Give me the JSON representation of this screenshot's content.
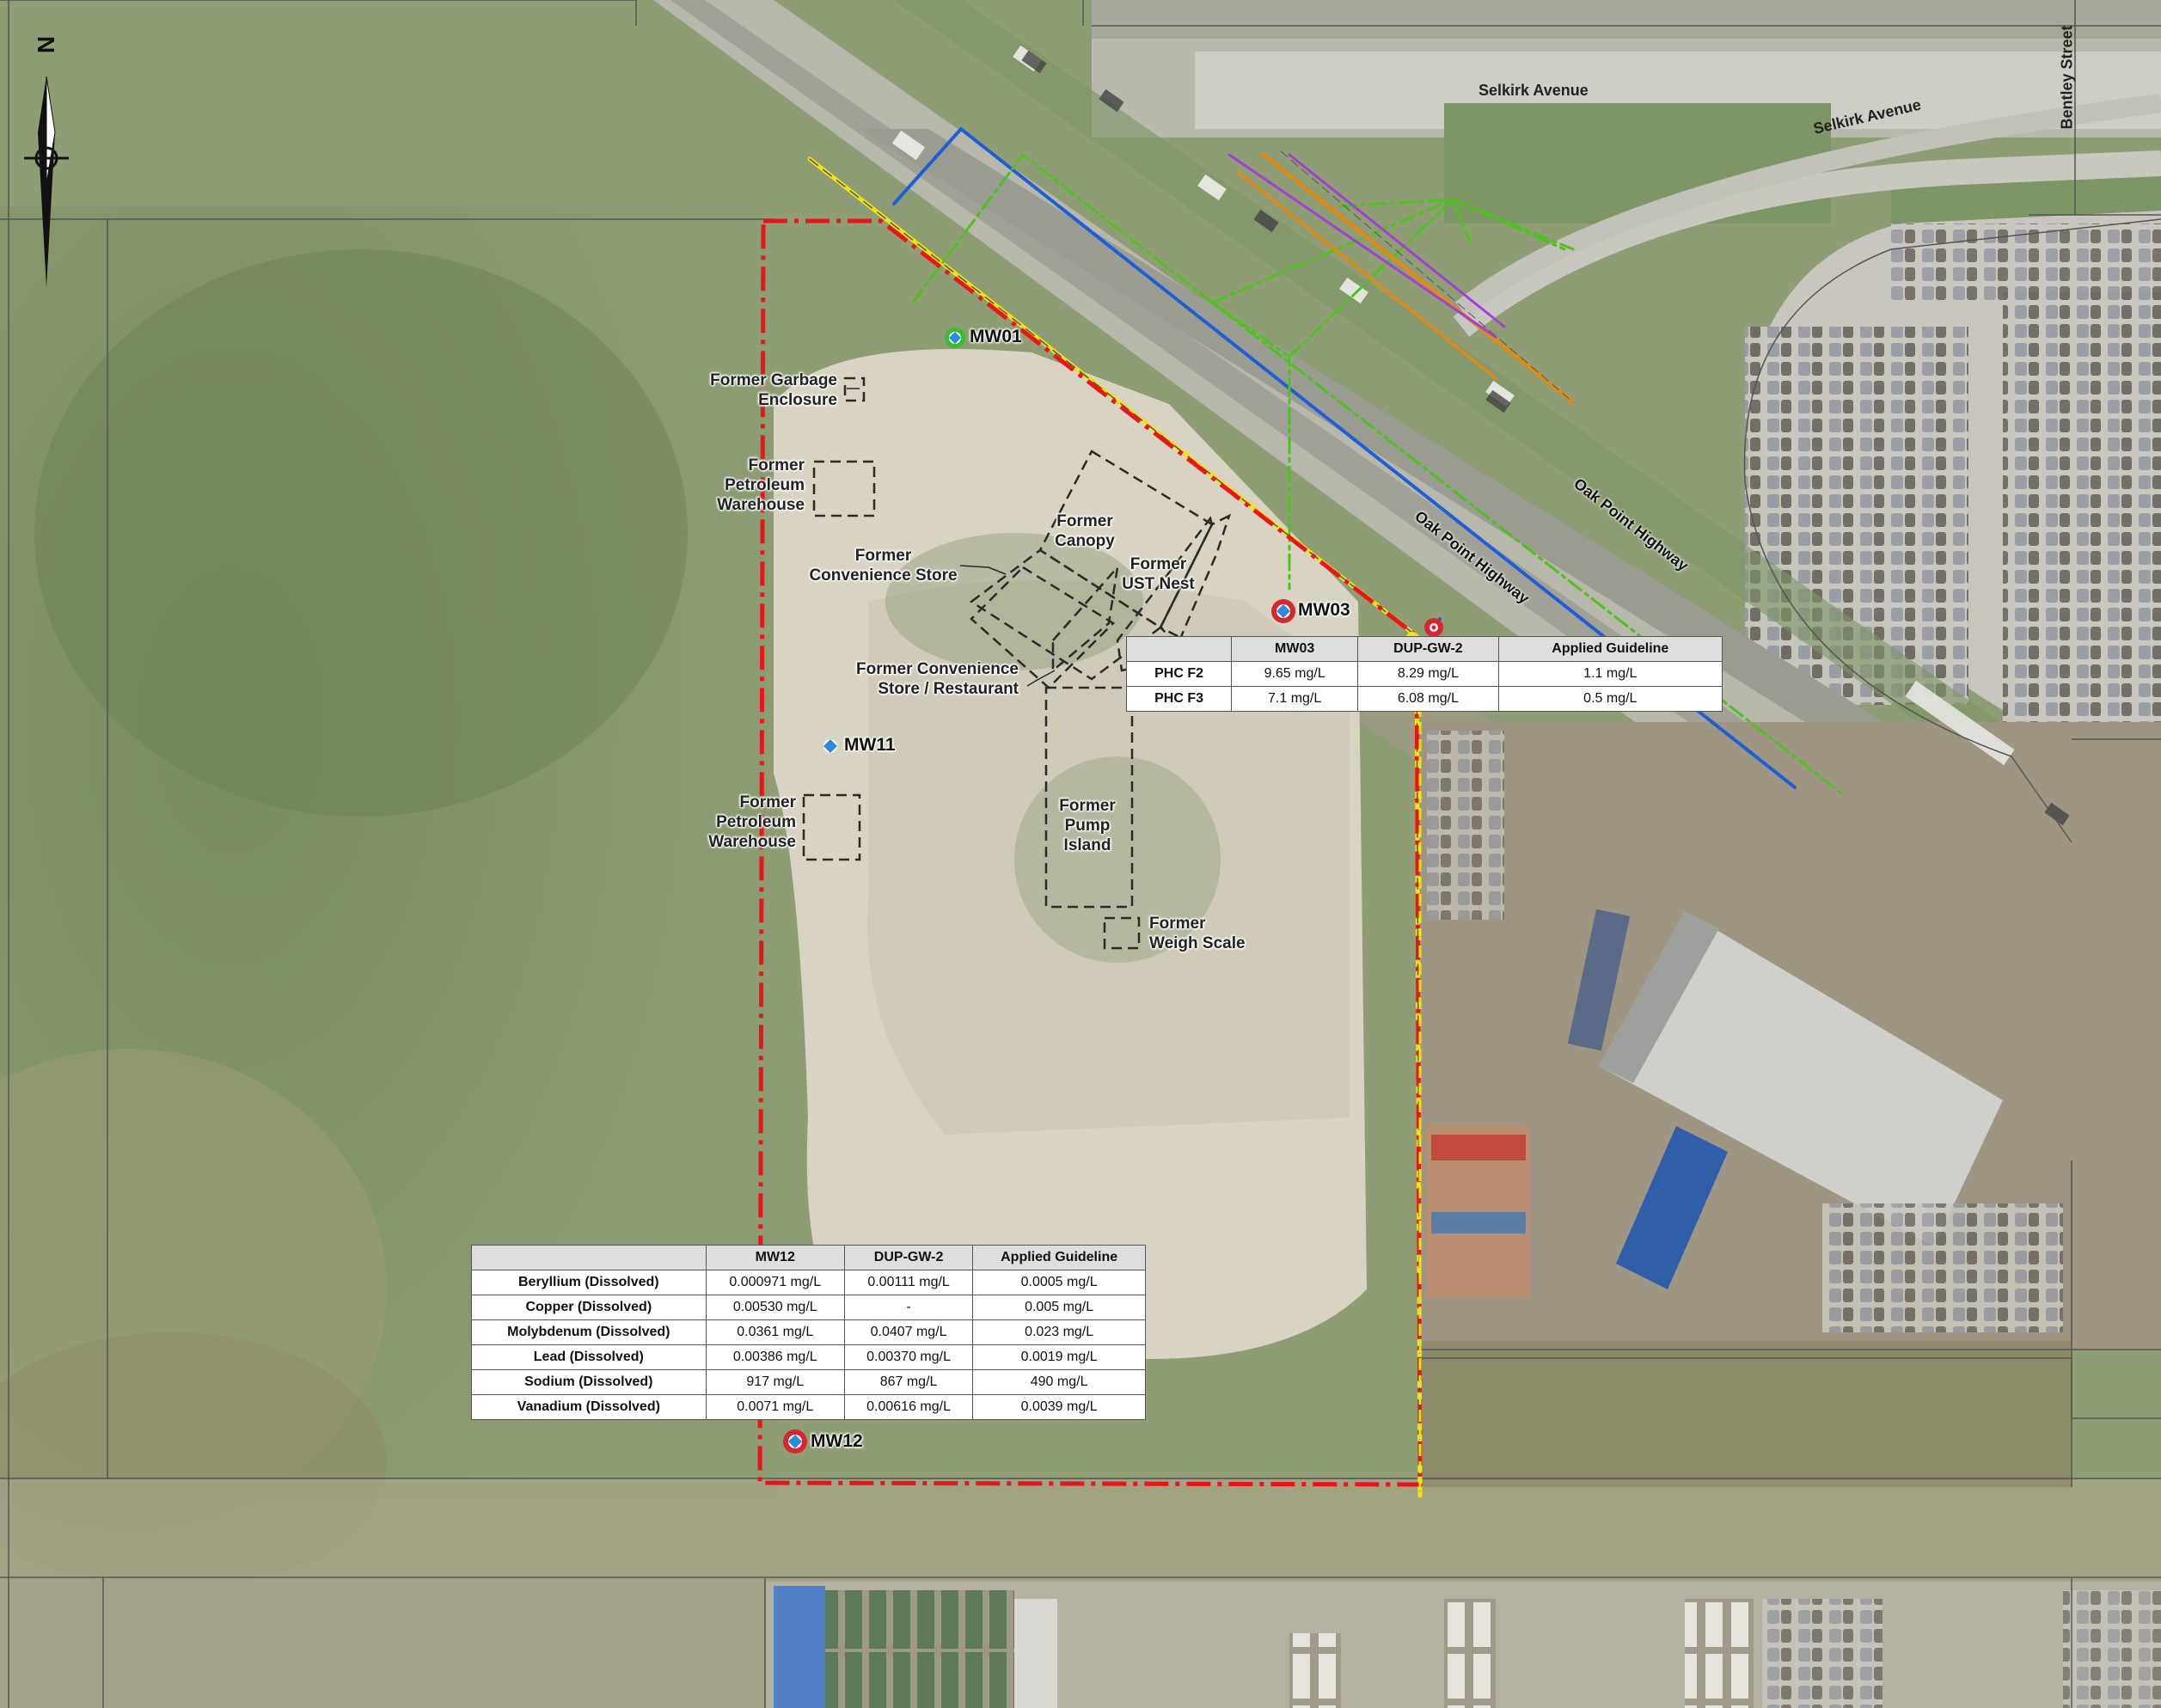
{
  "roads": {
    "selkirk_1": "Selkirk Avenue",
    "selkirk_2": "Selkirk Avenue",
    "bentley": "Bentley Street",
    "oakpoint_1": "Oak Point Highway",
    "oakpoint_2": "Oak Point Highway"
  },
  "north_label": "N",
  "features": {
    "garbage": "Former Garbage\nEnclosure",
    "petroleum_1": "Former\nPetroleum\nWarehouse",
    "canopy": "Former\nCanopy",
    "ust": "Former\nUST Nest",
    "convenience": "Former\nConvenience Store",
    "restaurant": "Former Convenience\nStore / Restaurant",
    "petroleum_2": "Former\nPetroleum\nWarehouse",
    "pump": "Former\nPump\nIsland",
    "weigh": "Former\nWeigh Scale"
  },
  "wells": {
    "mw01": "MW01",
    "mw03": "MW03",
    "mw11": "MW11",
    "mw12": "MW12"
  },
  "colors": {
    "boundary": "#e8151b",
    "blue_line": "#1f5fd6",
    "green_line": "#4cc21e",
    "yellow_line": "#f2e312",
    "orange_line": "#e8880c",
    "purple_line": "#a13fd6",
    "mw_red": "#d8262f",
    "mw_green": "#35c12c",
    "mw_blue": "#2d8bde"
  },
  "table_mw03": {
    "headers": [
      "",
      "MW03",
      "DUP-GW-2",
      "Applied Guideline"
    ],
    "rows": [
      [
        "PHC F2",
        "9.65 mg/L",
        "8.29 mg/L",
        "1.1 mg/L"
      ],
      [
        "PHC F3",
        "7.1 mg/L",
        "6.08 mg/L",
        "0.5 mg/L"
      ]
    ]
  },
  "table_mw12": {
    "headers": [
      "",
      "MW12",
      "DUP-GW-2",
      "Applied Guideline"
    ],
    "rows": [
      [
        "Beryllium (Dissolved)",
        "0.000971 mg/L",
        "0.00111 mg/L",
        "0.0005 mg/L"
      ],
      [
        "Copper (Dissolved)",
        "0.00530 mg/L",
        "-",
        "0.005 mg/L"
      ],
      [
        "Molybdenum (Dissolved)",
        "0.0361 mg/L",
        "0.0407 mg/L",
        "0.023 mg/L"
      ],
      [
        "Lead (Dissolved)",
        "0.00386 mg/L",
        "0.00370 mg/L",
        "0.0019 mg/L"
      ],
      [
        "Sodium (Dissolved)",
        "917 mg/L",
        "867 mg/L",
        "490 mg/L"
      ],
      [
        "Vanadium (Dissolved)",
        "0.0071 mg/L",
        "0.00616 mg/L",
        "0.0039 mg/L"
      ]
    ]
  }
}
